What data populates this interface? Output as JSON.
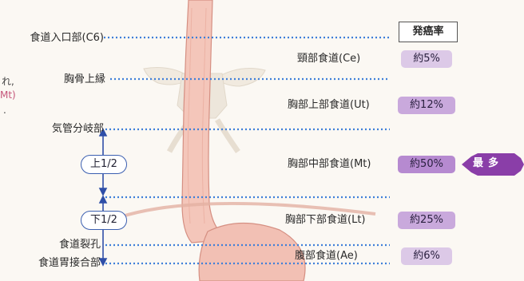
{
  "header": {
    "title": "発癌率"
  },
  "landmarks": [
    {
      "label": "食道入口部(C6)"
    },
    {
      "label": "胸骨上縁"
    },
    {
      "label": "気管分岐部"
    },
    {
      "label": "食道裂孔"
    },
    {
      "label": "食道胃接合部"
    }
  ],
  "halves": {
    "upper": "上1/2",
    "lower": "下1/2"
  },
  "segments": [
    {
      "name": "頸部食道(Ce)",
      "rate": "約5%"
    },
    {
      "name": "胸部上部食道(Ut)",
      "rate": "約12%"
    },
    {
      "name": "胸部中部食道(Mt)",
      "rate": "約50%"
    },
    {
      "name": "胸部下部食道(Lt)",
      "rate": "約25%"
    },
    {
      "name": "腹部食道(Ae)",
      "rate": "約6%"
    }
  ],
  "badge": {
    "text": "最多"
  },
  "cut_text": {
    "line1": "れ,",
    "line2": "Mt)",
    "line3": "."
  },
  "colors": {
    "dotted_line": "#3f7fd9",
    "arrow": "#2f4fa8",
    "pill_light": "#dcc9e7",
    "pill_dark": "#b68ad0",
    "badge": "#8a3ea8",
    "esophagus": "#f3c3b8"
  }
}
